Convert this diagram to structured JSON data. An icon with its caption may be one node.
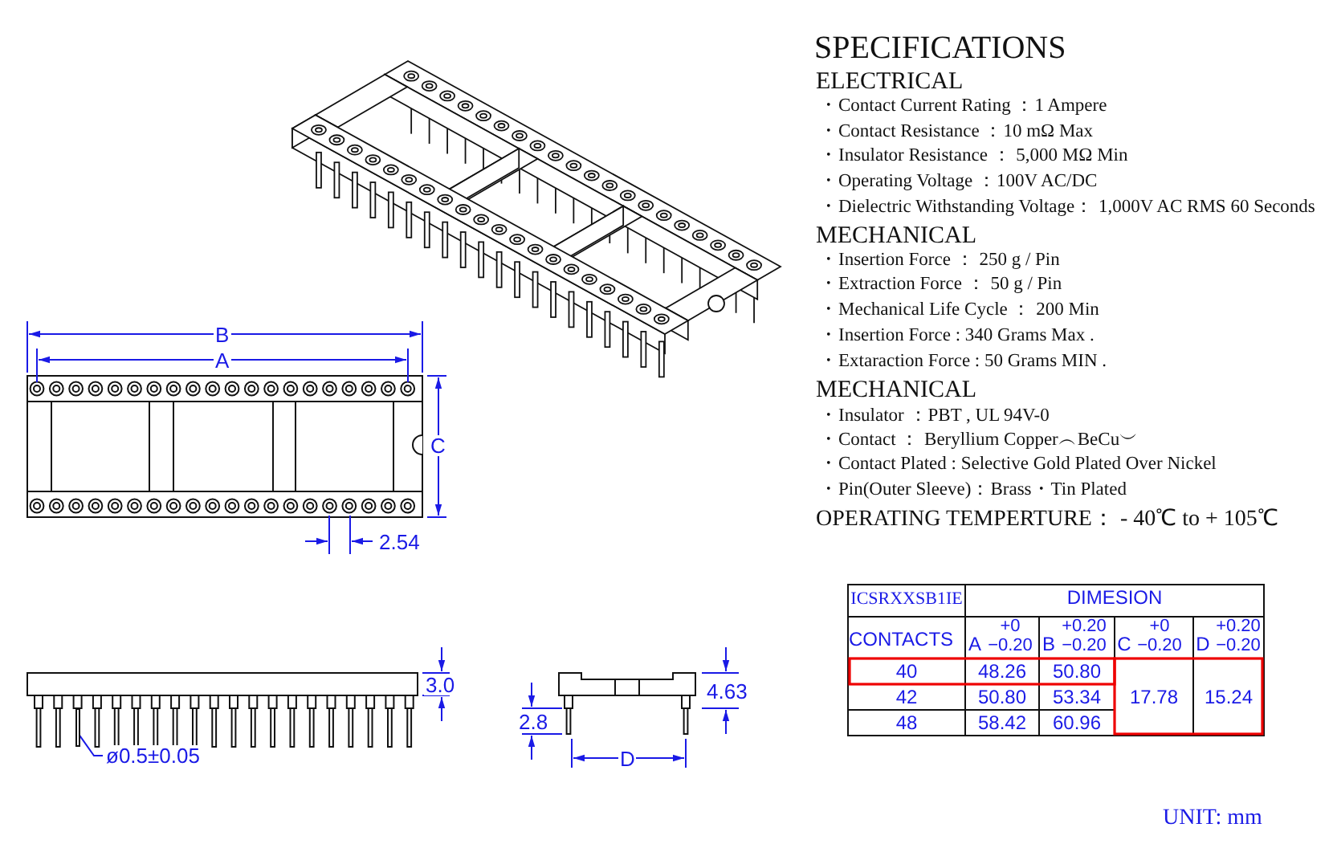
{
  "diagram": {
    "nodes": [
      {
        "text": [
          "ø0.5±0.05"
        ]
      },
      {
        "text": [],
        "shape": "bar"
      }
    ],
    "edges": [
      {
        "from": 1,
        "to": 0,
        "arrow": "none"
      }
    ],
    "labels": [
      "SPECIFICATIONS",
      "ELECTRICAL",
      "・Contact Current Rating ：1 Ampere",
      "・Contact Resistance ：10 mΩ Max",
      "・Insulator Resistance ： 5,000 MΩ Min",
      "・Operating Voltage ：100V AC/DC",
      "・Dielectric Withstanding Voltage： 1,000V AC RMS 60 Seconds",
      "MECHANICAL",
      "・Insertion Force ： 250 g / Pin",
      "・Extraction Force ： 50 g / Pin",
      "・Mechanical Life Cycle ： 200 Min",
      "・Insertion Force : 340 Grams Max .",
      "・Extaraction Force : 50 Grams MIN .",
      "MECHANICAL",
      "・Insulator ：PBT , UL 94V-0",
      "・Contact ： Beryllium Copper︵BeCu︶",
      "・Contact Plated : Selective Gold Plated Over Nickel",
      "・Pin(Outer Sleeve)：Brass・Tin Plated",
      "OPERATING TEMPERTURE： - 40℃ to + 105℃",
      "B",
      "A",
      "C",
      "2.54",
      "ICSRXXSB1IE",
      "DIMESION",
      "CONTACTS",
      "A",
      "+0",
      "−0.20",
      "B",
      "+0.20",
      "−0.20",
      "C",
      "+0",
      "−0.20",
      "D",
      "+0.20",
      "−0.20",
      "40",
      "48.26",
      "50.80",
      "42",
      "50.80",
      "53.34",
      "17.78",
      "15.24",
      "48",
      "58.42",
      "60.96",
      "3.0",
      "4.63",
      "2.8",
      "D",
      "UNIT: mm"
    ]
  }
}
